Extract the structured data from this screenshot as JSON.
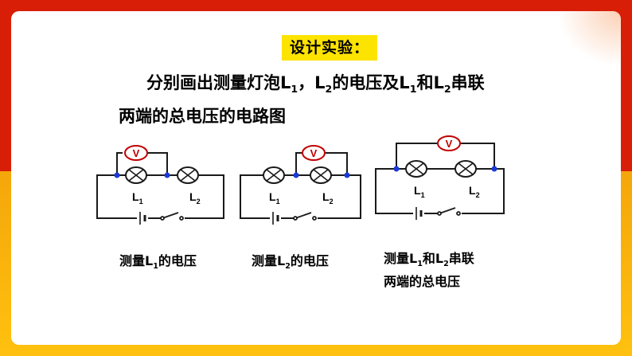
{
  "title": "设计实验：",
  "instruction": {
    "text_1": "分别画出测量灯泡L",
    "sub_1": "1",
    "text_2": "，L",
    "sub_2": "2",
    "text_3": "的电压及L",
    "sub_3": "1",
    "text_4": "和L",
    "sub_4": "2",
    "text_5": "串联",
    "line2": "两端的总电压的电路图"
  },
  "meter_symbol": "V",
  "lamp_label_letter": "L",
  "lamp1_sub": "1",
  "lamp2_sub": "2",
  "captions": {
    "c1": {
      "pre": "测量L",
      "sub": "1",
      "post": "的电压"
    },
    "c2": {
      "pre": "测量L",
      "sub": "2",
      "post": "的电压"
    },
    "c3": {
      "pre": "测量L",
      "sub1": "1",
      "mid": "和L",
      "sub2": "2",
      "post": "串联",
      "line2": "两端的总电压"
    }
  },
  "colors": {
    "wire": "#1a1a1a",
    "node": "#1a3ad8",
    "meter": "#c00000",
    "title_bg": "#fde300",
    "band_red": "#d81e06",
    "band_yellow": "#ffc10f"
  }
}
